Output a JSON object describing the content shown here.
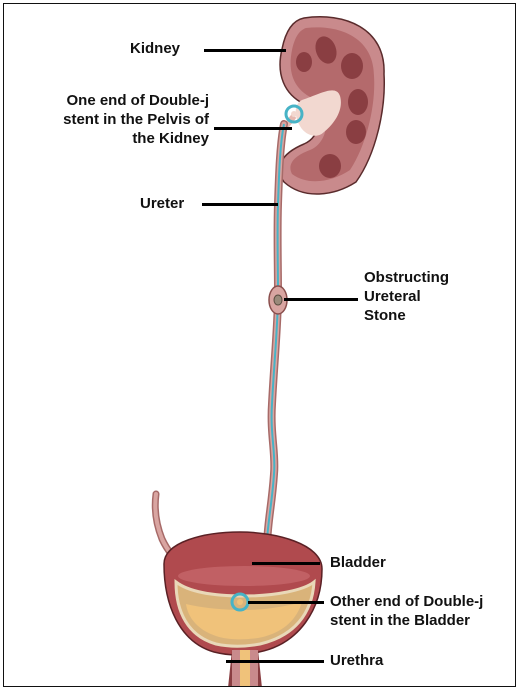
{
  "labels": {
    "kidney": "Kidney",
    "stent_pelvis": [
      "One end of Double-j",
      "stent in the Pelvis of",
      "the Kidney"
    ],
    "ureter": "Ureter",
    "stone": [
      "Obstructing",
      "Ureteral",
      "Stone"
    ],
    "bladder": "Bladder",
    "stent_bladder": [
      "Other end of Double-j",
      "stent in the Bladder"
    ],
    "urethra": "Urethra"
  },
  "colors": {
    "kidney_outer": "#c98a8c",
    "kidney_tissue": "#b46a6c",
    "pelvis": "#f2d8d0",
    "ureter": "#d9a5a1",
    "stent": "#47b3c6",
    "bladder": "#b04a4e",
    "bladder_fluid": "#f0c27a"
  }
}
